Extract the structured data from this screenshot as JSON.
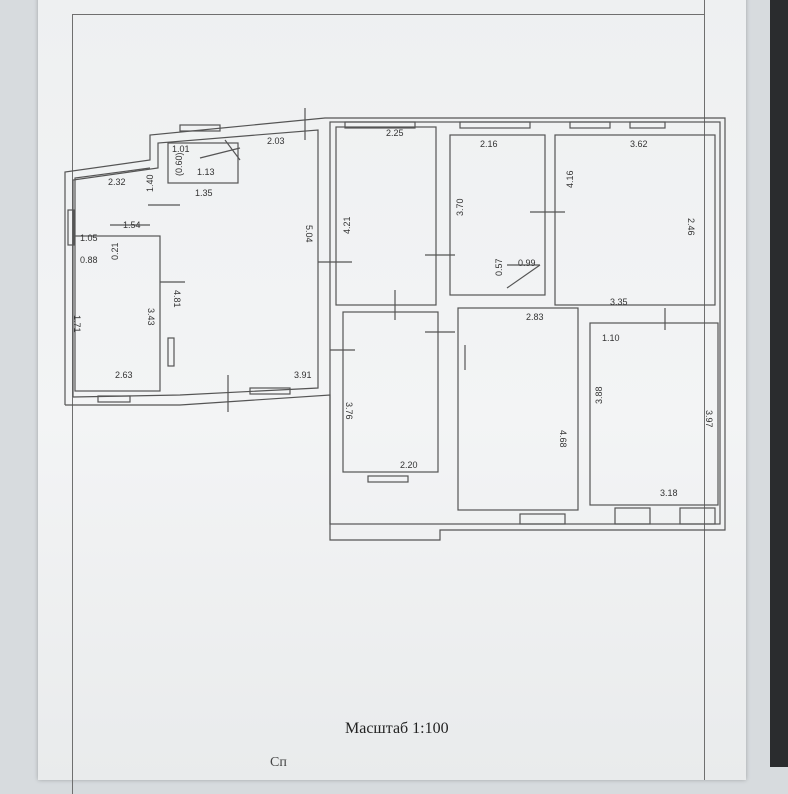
{
  "plan": {
    "scale_label": "Масштаб 1:100",
    "bottom_text": "Сп",
    "dimensions": {
      "d1": "1.01",
      "d2": "(0.60)",
      "d3": "1.13",
      "d4": "1.35",
      "d5": "2.03",
      "d6": "2.32",
      "d7": "1.40",
      "d8": "1.54",
      "d9": "1.05",
      "d10": "0.21",
      "d11": "0.88",
      "d12": "1.71",
      "d13": "3.43",
      "d14": "4.81",
      "d15": "2.63",
      "d16": "5.04",
      "d17": "3.91",
      "d18": "2.25",
      "d19": "4.21",
      "d20": "2.16",
      "d21": "3.70",
      "d22": "0.57",
      "d23": "0.99",
      "d24": "3.62",
      "d25": "4.16",
      "d26": "2.46",
      "d27": "3.35",
      "d28": "1.10",
      "d29": "3.76",
      "d30": "2.20",
      "d31": "2.83",
      "d32": "4.68",
      "d33": "3.88",
      "d34": "3.97",
      "d35": "3.18"
    }
  }
}
